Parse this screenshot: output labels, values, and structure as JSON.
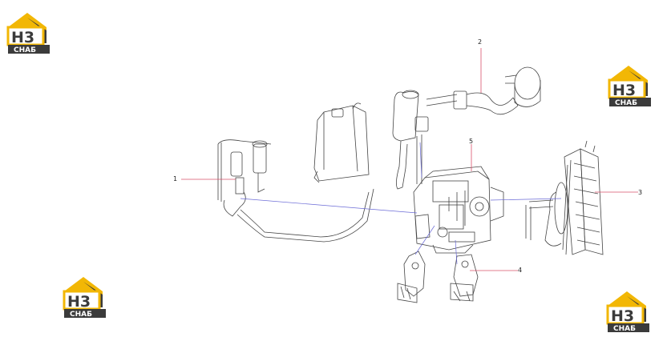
{
  "logo": {
    "main": "H3",
    "sub": "СНАБ",
    "colors": {
      "yellow": "#f2b705",
      "dark": "#3b3b3b"
    }
  },
  "callouts": [
    {
      "id": "1",
      "text": "1"
    },
    {
      "id": "2",
      "text": "2"
    },
    {
      "id": "3",
      "text": "3"
    },
    {
      "id": "4",
      "text": "4"
    },
    {
      "id": "5",
      "text": "5"
    }
  ],
  "colors": {
    "leader": "#d9506a",
    "link": "#6a6ad6",
    "line": "#444444"
  }
}
